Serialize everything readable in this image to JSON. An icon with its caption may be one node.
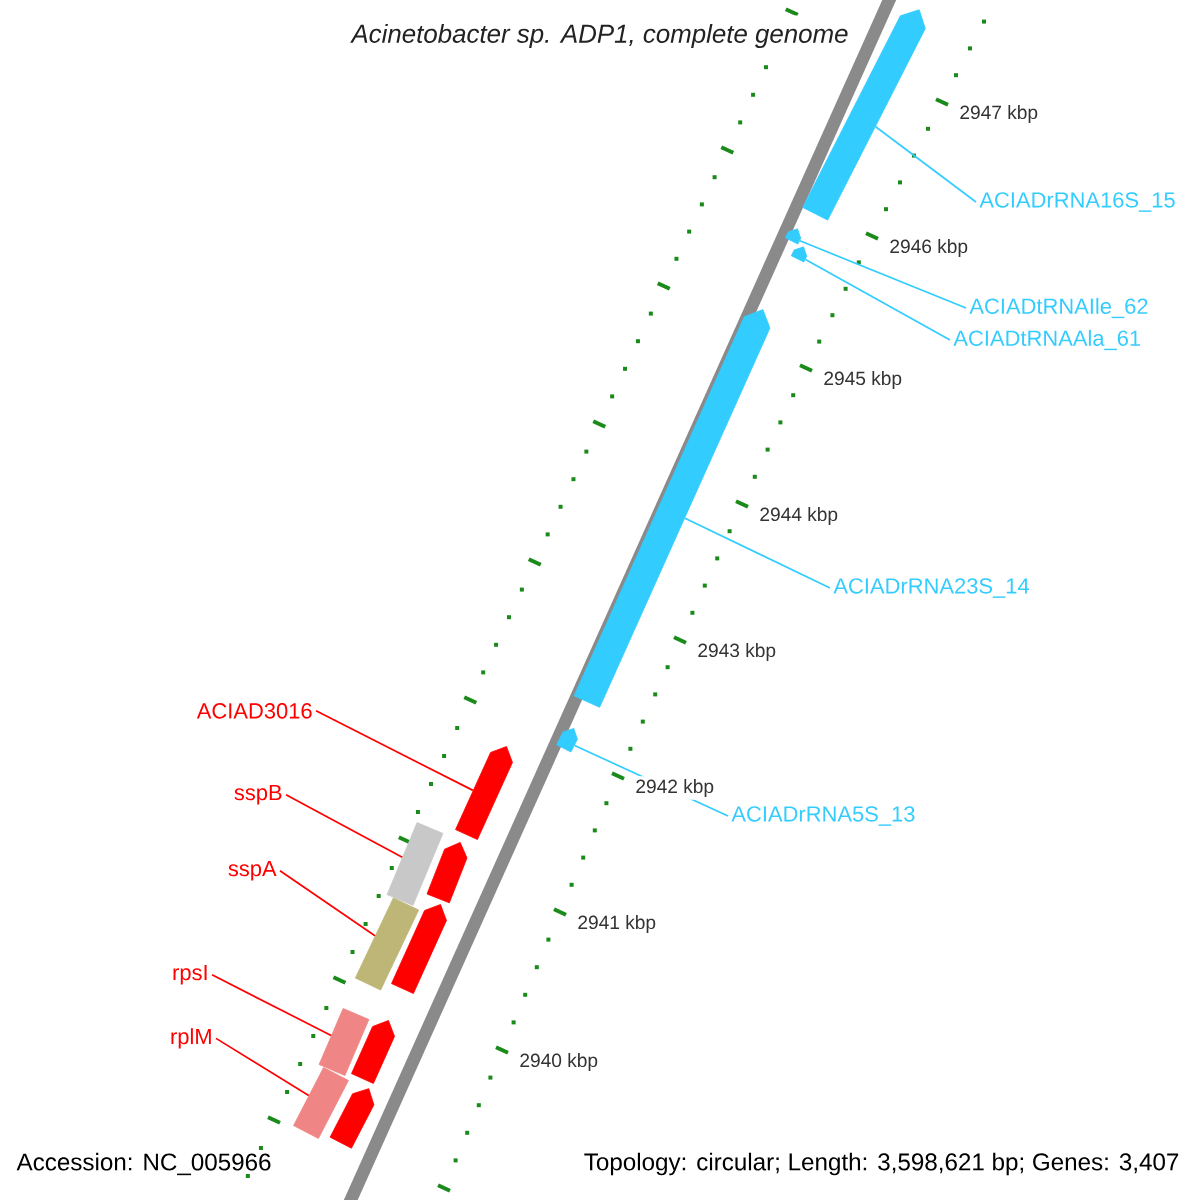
{
  "diagram": {
    "title": "Acinetobacter sp. ADP1, complete genome",
    "nodes": [
      {
        "text": [
          "ACIAD3016"
        ]
      },
      {
        "text": [
          "sspB"
        ]
      },
      {
        "text": [
          "sspA"
        ]
      },
      {
        "text": [
          "rpsI"
        ]
      },
      {
        "text": [
          "rplM"
        ]
      },
      {
        "text": [
          "ACIADrRNA16S_15"
        ]
      },
      {
        "text": [
          "ACIADtRNAIle_62"
        ]
      },
      {
        "text": [
          "ACIADtRNAAla_61"
        ]
      },
      {
        "text": [
          "ACIADrRNA23S_14"
        ]
      },
      {
        "text": [
          "ACIADrRNA5S_13"
        ]
      },
      {
        "text": [],
        "shape": "bar"
      },
      {
        "text": [],
        "shape": "bar"
      },
      {
        "text": [],
        "shape": "bar"
      },
      {
        "text": [],
        "shape": "bar"
      },
      {
        "text": [],
        "shape": "bar"
      },
      {
        "text": [],
        "shape": "box"
      },
      {
        "text": [],
        "shape": "box"
      },
      {
        "text": [],
        "shape": "box"
      },
      {
        "text": [],
        "shape": "box"
      },
      {
        "text": [],
        "shape": "bar"
      },
      {
        "text": [],
        "shape": "bar"
      },
      {
        "text": [],
        "shape": "bar"
      },
      {
        "text": [],
        "shape": "bar"
      },
      {
        "text": [],
        "shape": "bar"
      }
    ],
    "edges": [
      {
        "from": 0,
        "to": 10,
        "arrow": "none",
        "color": "#ff0000"
      },
      {
        "from": 1,
        "to": 15,
        "arrow": "none",
        "color": "#ff0000"
      },
      {
        "from": 2,
        "to": 16,
        "arrow": "none",
        "color": "#ff0000"
      },
      {
        "from": 3,
        "to": 17,
        "arrow": "none",
        "color": "#ff0000"
      },
      {
        "from": 4,
        "to": 18,
        "arrow": "none",
        "color": "#ff0000"
      },
      {
        "from": 5,
        "to": 19,
        "arrow": "none",
        "color": "#33ccff"
      },
      {
        "from": 6,
        "to": 20,
        "arrow": "none",
        "color": "#33ccff"
      },
      {
        "from": 7,
        "to": 21,
        "arrow": "none",
        "color": "#33ccff"
      },
      {
        "from": 8,
        "to": 22,
        "arrow": "none",
        "color": "#33ccff"
      },
      {
        "from": 9,
        "to": 23,
        "arrow": "none",
        "color": "#33ccff"
      }
    ],
    "labels": [
      "2947 kbp",
      "2946 kbp",
      "2945 kbp",
      "2944 kbp",
      "2943 kbp",
      "2942 kbp",
      "2941 kbp",
      "2940 kbp",
      "Accession: NC_005966",
      "Topology: circular; Length: 3,598,621 bp; Genes: 3,407"
    ]
  }
}
